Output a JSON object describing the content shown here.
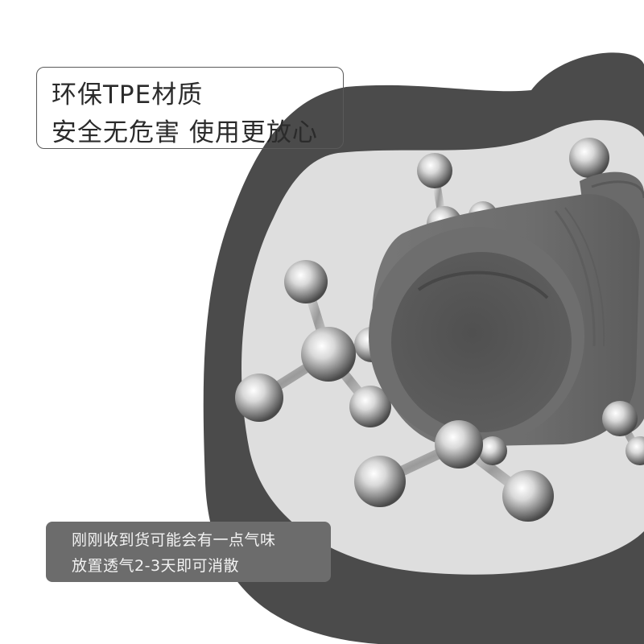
{
  "headline": {
    "line1": "环保TPE材质",
    "line2": "安全无危害 使用更放心"
  },
  "notice": {
    "line1": "刚刚收到货可能会有一点气味",
    "line2": "放置透气2-3天即可消散"
  },
  "colors": {
    "background": "#ffffff",
    "dark_blob": "#4b4b4b",
    "inner_blob": "#dedede",
    "mat": "#6a6a6a",
    "notice_box": "#6c6c6c",
    "title_border": "#5a5a5a"
  },
  "icons": [
    "molecule-icon",
    "rolled-mat-illustration"
  ]
}
